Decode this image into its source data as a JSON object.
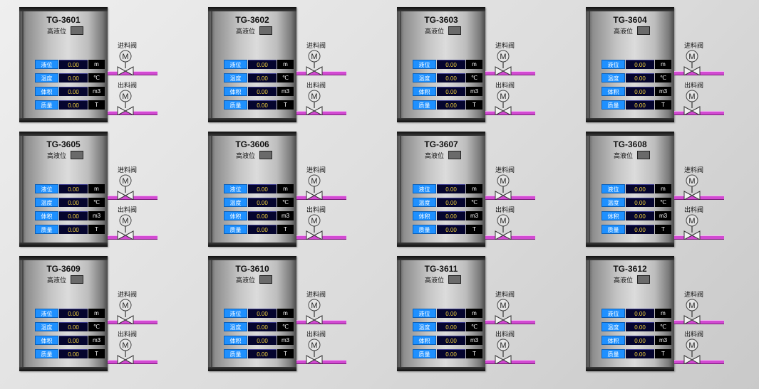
{
  "labels": {
    "high_level": "高液位",
    "feed_valve": "进料阀",
    "discharge_valve": "出料阀",
    "motor": "M"
  },
  "rows": [
    {
      "label": "液位",
      "value": "0.00",
      "unit": "m"
    },
    {
      "label": "温度",
      "value": "0.00",
      "unit": "℃"
    },
    {
      "label": "体积",
      "value": "0.00",
      "unit": "m3"
    },
    {
      "label": "质量",
      "value": "0.00",
      "unit": "T"
    }
  ],
  "tanks": [
    {
      "name": "TG-3601"
    },
    {
      "name": "TG-3602"
    },
    {
      "name": "TG-3603"
    },
    {
      "name": "TG-3604"
    },
    {
      "name": "TG-3605"
    },
    {
      "name": "TG-3606"
    },
    {
      "name": "TG-3607"
    },
    {
      "name": "TG-3608"
    },
    {
      "name": "TG-3609"
    },
    {
      "name": "TG-3610"
    },
    {
      "name": "TG-3611"
    },
    {
      "name": "TG-3612"
    }
  ],
  "colors": {
    "label_bg": "#1e90ff",
    "value_bg": "#05052e",
    "value_text": "#f2d23c",
    "pipe": "#d24ad2",
    "high_level_indicator": "#6a6a6a"
  }
}
